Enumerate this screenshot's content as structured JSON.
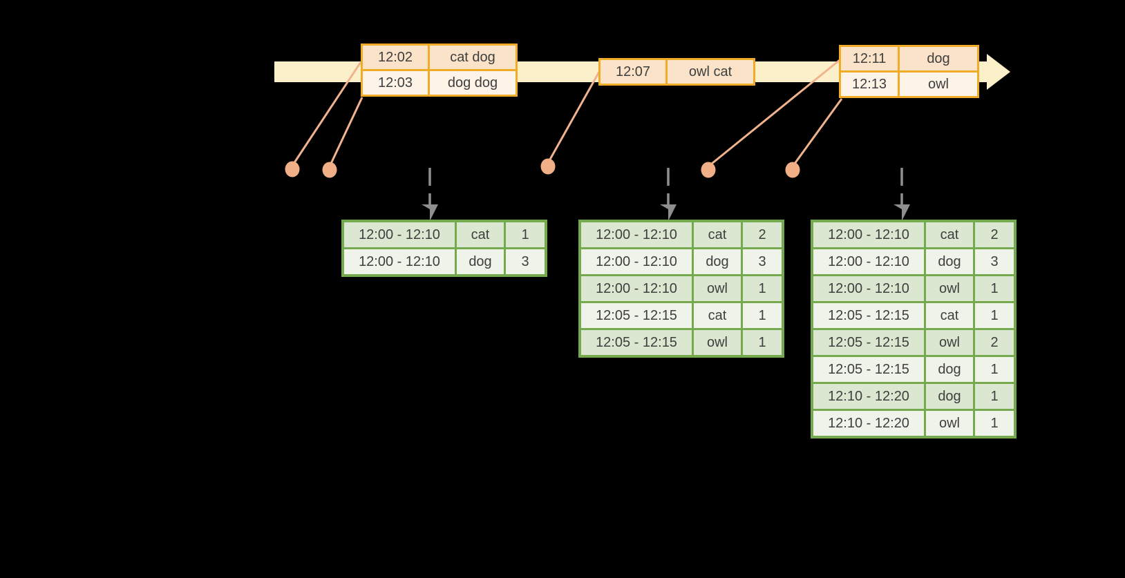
{
  "diagram": {
    "description": "windowed-grouped-aggregation-stream-diagram",
    "colors": {
      "background": "#000000",
      "timeline_fill": "#FCF0CA",
      "event_table_border": "#F0AC27",
      "event_row_dark": "#FAE3C8",
      "event_row_light": "#FDF3E7",
      "result_table_border": "#74A94E",
      "result_row_dark": "#DBE7D0",
      "result_row_light": "#EFF3EA",
      "connector": "#F1B38D",
      "trigger_arrow": "#8F8F8F",
      "text": "#3E3E3E"
    },
    "timeline": {
      "event_tables": [
        {
          "rows": [
            [
              "12:02",
              "cat dog"
            ],
            [
              "12:03",
              "dog dog"
            ]
          ]
        },
        {
          "rows": [
            [
              "12:07",
              "owl cat"
            ]
          ]
        },
        {
          "rows": [
            [
              "12:11",
              "dog"
            ],
            [
              "12:13",
              "owl"
            ]
          ]
        }
      ]
    },
    "result_tables": [
      {
        "rows": [
          [
            "12:00 - 12:10",
            "cat",
            "1"
          ],
          [
            "12:00 - 12:10",
            "dog",
            "3"
          ]
        ]
      },
      {
        "rows": [
          [
            "12:00 - 12:10",
            "cat",
            "2"
          ],
          [
            "12:00 - 12:10",
            "dog",
            "3"
          ],
          [
            "12:00 - 12:10",
            "owl",
            "1"
          ],
          [
            "12:05 - 12:15",
            "cat",
            "1"
          ],
          [
            "12:05 - 12:15",
            "owl",
            "1"
          ]
        ]
      },
      {
        "rows": [
          [
            "12:00 - 12:10",
            "cat",
            "2"
          ],
          [
            "12:00 - 12:10",
            "dog",
            "3"
          ],
          [
            "12:00 - 12:10",
            "owl",
            "1"
          ],
          [
            "12:05 - 12:15",
            "cat",
            "1"
          ],
          [
            "12:05 - 12:15",
            "owl",
            "2"
          ],
          [
            "12:05 - 12:15",
            "dog",
            "1"
          ],
          [
            "12:10 - 12:20",
            "dog",
            "1"
          ],
          [
            "12:10 - 12:20",
            "owl",
            "1"
          ]
        ]
      }
    ]
  }
}
